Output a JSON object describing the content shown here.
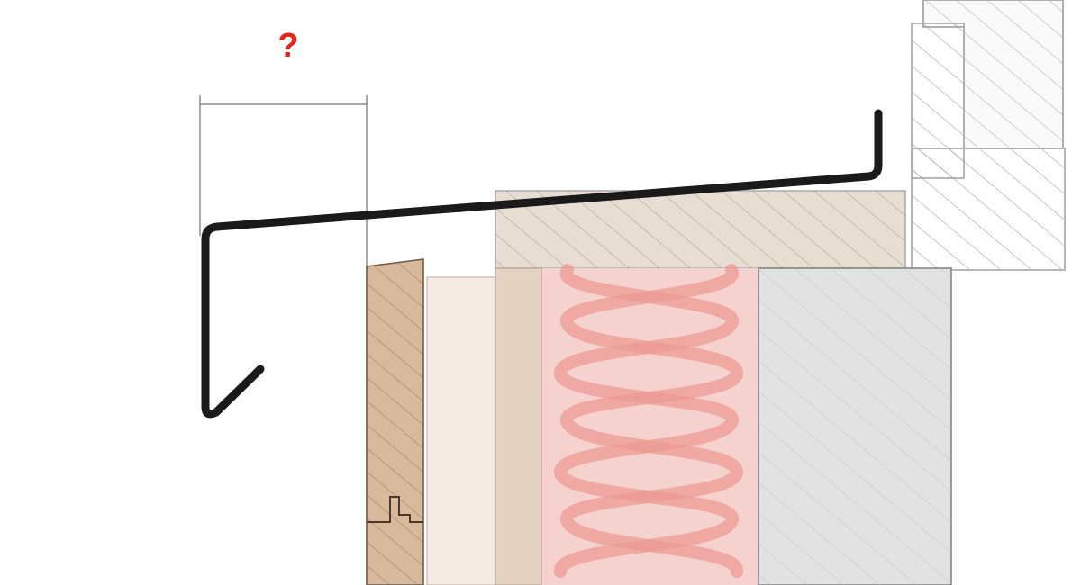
{
  "annotation": {
    "label": "?",
    "color": "#e3261b"
  },
  "palette": {
    "flashing": "#1a1a1a",
    "sheathing": "#e7ddd2",
    "siding": "#d9b99c",
    "furring": "#f4ece4",
    "stud": "#e4d3c2",
    "insulation": "#f6d2cf",
    "insulation_pattern": "#ec9a93",
    "drywall": "#e2e2e2",
    "window_frame": "#c8c8c8",
    "outline": "#8a8a8a",
    "dimension_line": "#555555"
  },
  "components": [
    {
      "name": "drip-edge-flashing",
      "icon": "flashing-profile"
    },
    {
      "name": "window-sill",
      "icon": "hatched-wood"
    },
    {
      "name": "window-frame",
      "icon": "hatched-wood"
    },
    {
      "name": "wood-siding",
      "icon": "hatched-wood"
    },
    {
      "name": "furring-strip",
      "icon": "plain-wood"
    },
    {
      "name": "wall-stud",
      "icon": "plain-wood"
    },
    {
      "name": "batt-insulation",
      "icon": "insulation-loops"
    },
    {
      "name": "interior-drywall",
      "icon": "hatched-board"
    },
    {
      "name": "overhang-dimension",
      "icon": "dimension-line"
    }
  ]
}
